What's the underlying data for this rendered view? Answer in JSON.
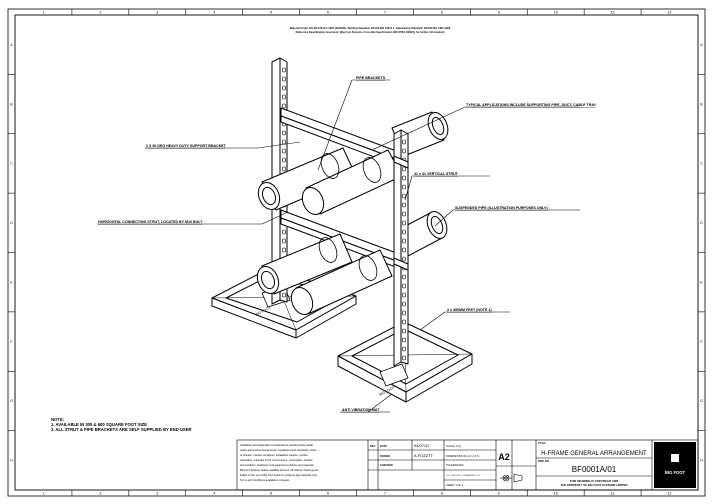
{
  "drawing": {
    "border_top_numbers": [
      "1",
      "2",
      "3",
      "4",
      "5",
      "6",
      "7",
      "8",
      "9",
      "10",
      "11",
      "12"
    ],
    "border_bottom_numbers": [
      "1",
      "2",
      "3",
      "4",
      "5",
      "6",
      "7",
      "8",
      "9",
      "10",
      "11",
      "12"
    ],
    "border_left_letters": [
      "A",
      "B",
      "C",
      "D",
      "E",
      "F",
      "G",
      "H"
    ],
    "border_right_letters": [
      "A",
      "B",
      "C",
      "D",
      "E",
      "F",
      "G",
      "H"
    ],
    "header_line1": "Material Grade: BS EN 10219-1:1997 (S235JR), Welding Standard: BS EN ISO 15614-1, Galvanizing Standard: BS EN ISO 1461:1999",
    "header_line2": "Reference Specification document: (Big Foot Systems Cross Bar Specification (BF-SPEC-00001)) for further information)",
    "labels": {
      "pipe_brackets": "PIPE BRACKETS",
      "typical_applications": "TYPICAL APPLICATIONS INCLUDE SUPPORTING PIPE, DUCT, CABLE TRAY",
      "support_bracket": "2 X 90 DEG HEAVY DUTY SUPPORT BRACKET",
      "vertical_strut": "41 x 41 VERTICAL STRUT",
      "suspended_pipe": "SUSPENDED PIPE (ILLUSTRATION PURPOSES ONLY)",
      "horizontal_strut": "HORIZONTAL CONNECTING STRUT, LOCATED BY M10 BOLT",
      "feet": "2 x 450MM FEET (NOTE 1)",
      "mat": "ANTI VIBRATION MAT"
    },
    "notes": {
      "title": "NOTE:",
      "items": [
        "1. AVAILABLE IN 305 & 600 SQUARE FOOT SIZE",
        "2. ALL STRUT & PIPE BRACKETS ARE SELF SUPPLIED BY END USER"
      ]
    },
    "title_block": {
      "disclaimer": [
        "Installation and application considerations should include health,",
        "safety and environmental needs, regulations and standards, codes",
        "of practice, climatic conditions, installation location, product",
        "orientation, materials of the roof structure, composition, surface",
        "and condition, machinery and equipment products and materials.",
        "Big Foot Systems makes qualified persons. All advices drawings are",
        "based on the use of Big Foot Systems' products and materials only.",
        "Terms and Conditions available on request."
      ],
      "rev_label": "REV",
      "rev_dash": "-",
      "date_label": "DATE",
      "date_value": "04/07/12",
      "drawn_label": "DRAWN",
      "drawn_value": "A.FOZZTT",
      "checked_label": "CHECKED",
      "scale_label": "SCALE: 1:10",
      "dimensions_label": "DIMENSIONS IN mm U.O.S.",
      "tolerances_label": "TOLERANCES",
      "tolerances_value": "0.X ± 0.25   0.XX ± 0.10   ANGLES ± 0.5°",
      "sheet_label": "SHEET 1 OF 1",
      "size": "A2",
      "title_label": "TITLE:",
      "title_value": "H-FRAME GENERAL ARRANGEMENT",
      "dwg_label": "DWG NO.",
      "dwg_value": "BF0001A/01",
      "copyright1": "THIS DRAWING IS COPYRIGHT AND",
      "copyright2": "THE PROPERTY OF BIG FOOT SYSTEMS LIMITED",
      "logo_text": "BIG FOOT"
    }
  }
}
